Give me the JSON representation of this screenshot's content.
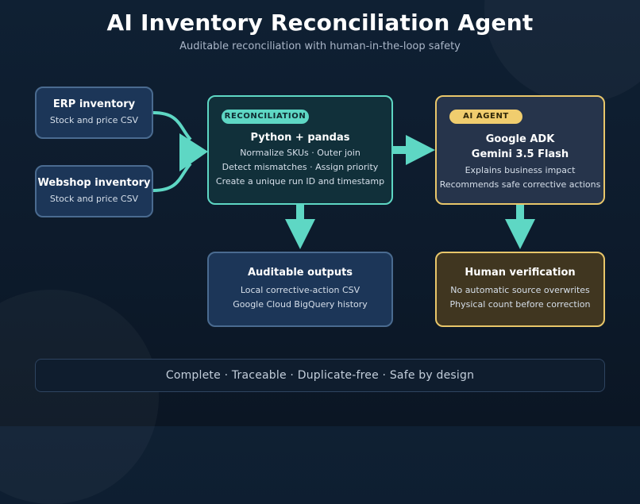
{
  "header": {
    "title": "AI Inventory Reconciliation Agent",
    "subtitle": "Auditable reconciliation with human-in-the-loop safety"
  },
  "sources": {
    "erp": {
      "title": "ERP inventory",
      "subtitle": "Stock and price CSV"
    },
    "webshop": {
      "title": "Webshop inventory",
      "subtitle": "Stock and price CSV"
    }
  },
  "reconciliation": {
    "badge": "RECONCILIATION",
    "title": "Python + pandas",
    "lines": [
      "Normalize SKUs · Outer join",
      "Detect mismatches · Assign priority",
      "Create a unique run ID and timestamp"
    ]
  },
  "agent": {
    "badge": "AI AGENT",
    "title_line1": "Google ADK",
    "title_line2": "Gemini 3.5 Flash",
    "lines": [
      "Explains business impact",
      "Recommends safe corrective actions"
    ]
  },
  "outputs": {
    "title": "Auditable outputs",
    "lines": [
      "Local corrective-action CSV",
      "Google Cloud BigQuery history"
    ]
  },
  "human": {
    "title": "Human verification",
    "lines": [
      "No automatic source overwrites",
      "Physical count before correction"
    ]
  },
  "footer": {
    "text": "Complete · Traceable · Duplicate-free · Safe by design"
  },
  "colors": {
    "accent_teal": "#5ed7c4",
    "accent_gold": "#e8c66a",
    "source_border": "#4a6b90",
    "background": "#0f2033"
  }
}
